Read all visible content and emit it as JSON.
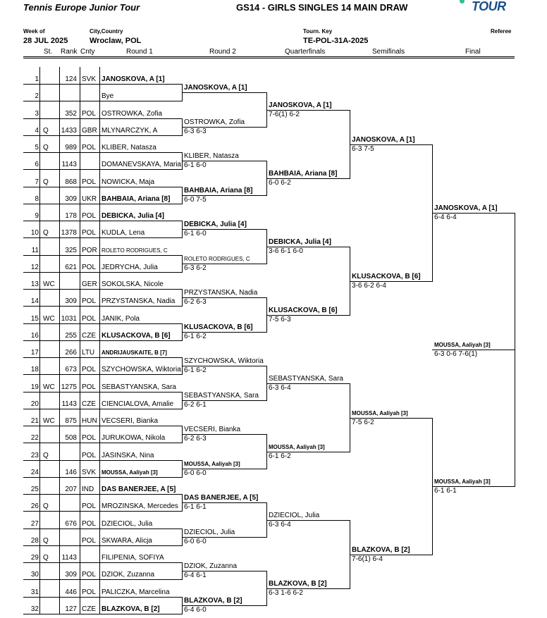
{
  "header": {
    "tour_name": "Tennis Europe Junior Tour",
    "event_title": "GS14 - GIRLS SINGLES 14 MAIN DRAW",
    "logo_text": "TOUR",
    "week_label": "Week of",
    "week_value": "28 JUL 2025",
    "city_label": "City,Country",
    "city_value": "Wroclaw, POL",
    "tourn_key_label": "Tourn. Key",
    "tourn_key_value": "TE-POL-31A-2025",
    "referee_label": "Referee"
  },
  "columns": {
    "st": "St.",
    "rank": "Rank",
    "cnty": "Cnty",
    "round1": "Round 1",
    "round2": "Round 2",
    "qf": "Quarterfinals",
    "sf": "Semifinals",
    "final": "Final"
  },
  "entries": [
    {
      "pos": "1",
      "st": "",
      "rank": "124",
      "cnty": "SVK",
      "name": "JANOSKOVA, A [1]",
      "bold": true,
      "small": false
    },
    {
      "pos": "2",
      "st": "",
      "rank": "",
      "cnty": "",
      "name": "Bye",
      "bold": false,
      "small": false
    },
    {
      "pos": "3",
      "st": "",
      "rank": "352",
      "cnty": "POL",
      "name": "OSTROWKA, Zofia",
      "bold": false,
      "small": false
    },
    {
      "pos": "4",
      "st": "Q",
      "rank": "1433",
      "cnty": "GBR",
      "name": "MLYNARCZYK, A",
      "bold": false,
      "small": false
    },
    {
      "pos": "5",
      "st": "Q",
      "rank": "989",
      "cnty": "POL",
      "name": "KLIBER, Natasza",
      "bold": false,
      "small": false
    },
    {
      "pos": "6",
      "st": "",
      "rank": "1143",
      "cnty": "",
      "name": "DOMANEVSKAYA, Maria",
      "bold": false,
      "small": false
    },
    {
      "pos": "7",
      "st": "Q",
      "rank": "868",
      "cnty": "POL",
      "name": "NOWICKA, Maja",
      "bold": false,
      "small": false
    },
    {
      "pos": "8",
      "st": "",
      "rank": "309",
      "cnty": "UKR",
      "name": "BAHBAIA, Ariana [8]",
      "bold": true,
      "small": false
    },
    {
      "pos": "9",
      "st": "",
      "rank": "178",
      "cnty": "POL",
      "name": "DEBICKA, Julia [4]",
      "bold": true,
      "small": false
    },
    {
      "pos": "10",
      "st": "Q",
      "rank": "1378",
      "cnty": "POL",
      "name": "KUDLA, Lena",
      "bold": false,
      "small": false
    },
    {
      "pos": "11",
      "st": "",
      "rank": "325",
      "cnty": "POR",
      "name": "ROLETO RODRIGUES, C",
      "bold": false,
      "small": true
    },
    {
      "pos": "12",
      "st": "",
      "rank": "621",
      "cnty": "POL",
      "name": "JEDRYCHA, Julia",
      "bold": false,
      "small": false
    },
    {
      "pos": "13",
      "st": "WC",
      "rank": "",
      "cnty": "GER",
      "name": "SOKOLSKA, Nicole",
      "bold": false,
      "small": false
    },
    {
      "pos": "14",
      "st": "",
      "rank": "309",
      "cnty": "POL",
      "name": "PRZYSTANSKA, Nadia",
      "bold": false,
      "small": false
    },
    {
      "pos": "15",
      "st": "WC",
      "rank": "1031",
      "cnty": "POL",
      "name": "JANIK, Pola",
      "bold": false,
      "small": false
    },
    {
      "pos": "16",
      "st": "",
      "rank": "255",
      "cnty": "CZE",
      "name": "KLUSACKOVA, B [6]",
      "bold": true,
      "small": false
    },
    {
      "pos": "17",
      "st": "",
      "rank": "266",
      "cnty": "LTU",
      "name": "ANDRIJAUSKAITE, B [7]",
      "bold": true,
      "small": true
    },
    {
      "pos": "18",
      "st": "",
      "rank": "673",
      "cnty": "POL",
      "name": "SZYCHOWSKA, Wiktoria",
      "bold": false,
      "small": false
    },
    {
      "pos": "19",
      "st": "WC",
      "rank": "1275",
      "cnty": "POL",
      "name": "SEBASTYANSKA, Sara",
      "bold": false,
      "small": false
    },
    {
      "pos": "20",
      "st": "",
      "rank": "1143",
      "cnty": "CZE",
      "name": "CIENCIALOVA, Amalie",
      "bold": false,
      "small": false
    },
    {
      "pos": "21",
      "st": "WC",
      "rank": "875",
      "cnty": "HUN",
      "name": "VECSERI, Bianka",
      "bold": false,
      "small": false
    },
    {
      "pos": "22",
      "st": "",
      "rank": "508",
      "cnty": "POL",
      "name": "JURUKOWA, Nikola",
      "bold": false,
      "small": false
    },
    {
      "pos": "23",
      "st": "Q",
      "rank": "",
      "cnty": "POL",
      "name": "JASINSKA, Nina",
      "bold": false,
      "small": false
    },
    {
      "pos": "24",
      "st": "",
      "rank": "146",
      "cnty": "SVK",
      "name": "MOUSSA, Aaliyah [3]",
      "bold": true,
      "small": true
    },
    {
      "pos": "25",
      "st": "",
      "rank": "207",
      "cnty": "IND",
      "name": "DAS BANERJEE, A [5]",
      "bold": true,
      "small": false
    },
    {
      "pos": "26",
      "st": "Q",
      "rank": "",
      "cnty": "POL",
      "name": "MROZINSKA, Mercedes",
      "bold": false,
      "small": false
    },
    {
      "pos": "27",
      "st": "",
      "rank": "676",
      "cnty": "POL",
      "name": "DZIECIOL, Julia",
      "bold": false,
      "small": false
    },
    {
      "pos": "28",
      "st": "Q",
      "rank": "",
      "cnty": "POL",
      "name": "SKWARA, Alicja",
      "bold": false,
      "small": false
    },
    {
      "pos": "29",
      "st": "Q",
      "rank": "1143",
      "cnty": "",
      "name": "FILIPENIA, SOFIYA",
      "bold": false,
      "small": false
    },
    {
      "pos": "30",
      "st": "",
      "rank": "309",
      "cnty": "POL",
      "name": "DZIOK, Zuzanna",
      "bold": false,
      "small": false
    },
    {
      "pos": "31",
      "st": "",
      "rank": "446",
      "cnty": "POL",
      "name": "PALICZKA, Marcelina",
      "bold": false,
      "small": false
    },
    {
      "pos": "32",
      "st": "",
      "rank": "127",
      "cnty": "CZE",
      "name": "BLAZKOVA, B [2]",
      "bold": true,
      "small": false
    }
  ],
  "round2": [
    {
      "name": "JANOSKOVA, A [1]",
      "score": "",
      "bold": true,
      "small": false
    },
    {
      "name": "OSTROWKA, Zofia",
      "score": "6-3 6-3",
      "bold": false,
      "small": false
    },
    {
      "name": "KLIBER, Natasza",
      "score": "6-1 6-0",
      "bold": false,
      "small": false
    },
    {
      "name": "BAHBAIA, Ariana [8]",
      "score": "6-0 7-5",
      "bold": true,
      "small": false
    },
    {
      "name": "DEBICKA, Julia [4]",
      "score": "6-1 6-0",
      "bold": true,
      "small": false
    },
    {
      "name": "ROLETO RODRIGUES, C",
      "score": "6-3 6-2",
      "bold": false,
      "small": true
    },
    {
      "name": "PRZYSTANSKA, Nadia",
      "score": "6-2 6-3",
      "bold": false,
      "small": false
    },
    {
      "name": "KLUSACKOVA, B [6]",
      "score": "6-1 6-2",
      "bold": true,
      "small": false
    },
    {
      "name": "SZYCHOWSKA, Wiktoria",
      "score": "6-1 6-2",
      "bold": false,
      "small": false
    },
    {
      "name": "SEBASTYANSKA, Sara",
      "score": "6-2 6-1",
      "bold": false,
      "small": false
    },
    {
      "name": "VECSERI, Bianka",
      "score": "6-2 6-3",
      "bold": false,
      "small": false
    },
    {
      "name": "MOUSSA, Aaliyah [3]",
      "score": "6-0 6-0",
      "bold": true,
      "small": true
    },
    {
      "name": "DAS BANERJEE, A [5]",
      "score": "6-1 6-1",
      "bold": true,
      "small": false
    },
    {
      "name": "DZIECIOL, Julia",
      "score": "6-0 6-0",
      "bold": false,
      "small": false
    },
    {
      "name": "DZIOK, Zuzanna",
      "score": "6-4 6-1",
      "bold": false,
      "small": false
    },
    {
      "name": "BLAZKOVA, B [2]",
      "score": "6-4 6-0",
      "bold": true,
      "small": false
    }
  ],
  "quarterfinals": [
    {
      "name": "JANOSKOVA, A [1]",
      "score": "7-6(1) 6-2",
      "bold": true,
      "small": false
    },
    {
      "name": "BAHBAIA, Ariana [8]",
      "score": "6-0 6-2",
      "bold": true,
      "small": false
    },
    {
      "name": "DEBICKA, Julia [4]",
      "score": "3-6 6-1 6-0",
      "bold": true,
      "small": false
    },
    {
      "name": "KLUSACKOVA, B [6]",
      "score": "7-5 6-3",
      "bold": true,
      "small": false
    },
    {
      "name": "SEBASTYANSKA, Sara",
      "score": "6-3 6-4",
      "bold": false,
      "small": false
    },
    {
      "name": "MOUSSA, Aaliyah [3]",
      "score": "6-1 6-2",
      "bold": true,
      "small": true
    },
    {
      "name": "DZIECIOL, Julia",
      "score": "6-3 6-4",
      "bold": false,
      "small": false
    },
    {
      "name": "BLAZKOVA, B [2]",
      "score": "6-3 1-6 6-2",
      "bold": true,
      "small": false
    }
  ],
  "semifinals": [
    {
      "name": "JANOSKOVA, A [1]",
      "score": "6-3 7-5",
      "bold": true,
      "small": false
    },
    {
      "name": "KLUSACKOVA, B [6]",
      "score": "3-6 6-2 6-4",
      "bold": true,
      "small": false
    },
    {
      "name": "MOUSSA, Aaliyah [3]",
      "score": "7-5 6-2",
      "bold": true,
      "small": true
    },
    {
      "name": "BLAZKOVA, B [2]",
      "score": "7-6(1) 6-4",
      "bold": true,
      "small": false
    }
  ],
  "final": [
    {
      "name": "JANOSKOVA, A [1]",
      "score": "6-4 6-4",
      "bold": true,
      "small": false
    },
    {
      "name": "MOUSSA, Aaliyah [3]",
      "score": "6-1 6-1",
      "bold": true,
      "small": true
    }
  ],
  "winner": {
    "name": "MOUSSA, Aaliyah [3]",
    "score": "6-3 0-6 7-6(1)",
    "bold": true,
    "small": true
  }
}
